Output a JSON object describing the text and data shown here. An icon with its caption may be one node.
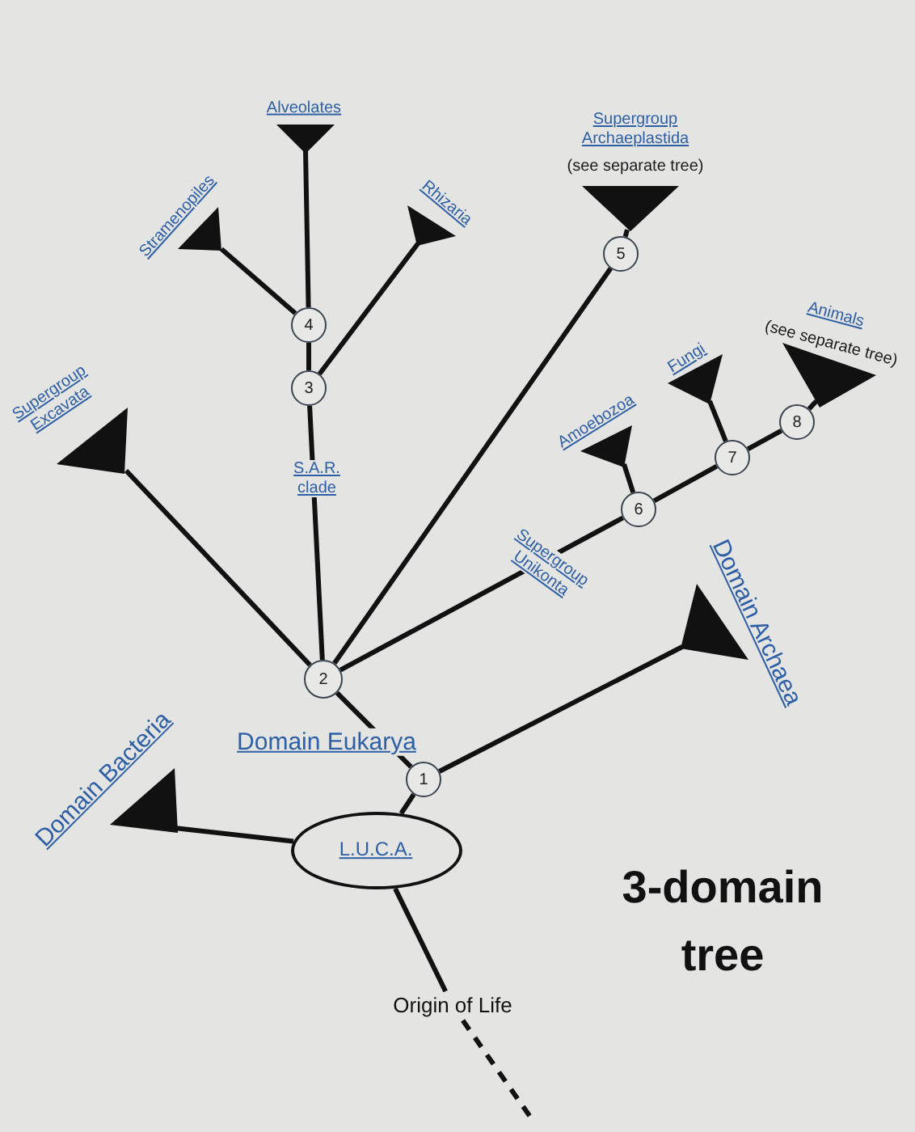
{
  "diagram": {
    "nodes": [
      {
        "text": [
          "Alveolates"
        ]
      },
      {
        "text": [
          "Supergroup Archaeplastida",
          "(see separate tree)"
        ]
      },
      {
        "text": [
          "Stramenopiles"
        ]
      },
      {
        "text": [
          "Rhizaria"
        ]
      },
      {
        "text": [
          "5"
        ]
      },
      {
        "text": [
          "4"
        ]
      },
      {
        "text": [
          "Animals",
          "(see separate tree)"
        ]
      },
      {
        "text": [
          "Fungi"
        ]
      },
      {
        "text": [
          "3"
        ]
      },
      {
        "text": [
          "Supergroup Excavata"
        ]
      },
      {
        "text": [
          "8"
        ]
      },
      {
        "text": [
          "Amoebozoa"
        ]
      },
      {
        "text": [
          "7"
        ]
      },
      {
        "text": [
          "6"
        ]
      },
      {
        "text": [
          "Domain Archaea"
        ]
      },
      {
        "text": [
          "2"
        ]
      },
      {
        "text": [
          "1"
        ]
      },
      {
        "text": [
          "Domain Bacteria"
        ]
      },
      {
        "text": [
          "L.U.C.A."
        ]
      },
      {
        "text": [
          "Origin of Life"
        ]
      }
    ],
    "edges": [
      {
        "from": 16,
        "to": 15,
        "arrow": "none",
        "label": "Domain Eukarya"
      },
      {
        "from": 18,
        "to": 16,
        "arrow": "none"
      },
      {
        "from": 16,
        "to": 14,
        "arrow": "none"
      },
      {
        "from": 18,
        "to": 17,
        "arrow": "none"
      },
      {
        "from": 18,
        "to": 19,
        "arrow": "none"
      },
      {
        "from": 19,
        "to": null,
        "arrow": "none",
        "style": "dashed"
      },
      {
        "from": 15,
        "to": 9,
        "arrow": "none"
      },
      {
        "from": 15,
        "to": 8,
        "arrow": "none",
        "label": "S.A.R. clade"
      },
      {
        "from": 15,
        "to": 4,
        "arrow": "none"
      },
      {
        "from": 15,
        "to": 13,
        "arrow": "none",
        "label": "Supergroup Unikonta"
      },
      {
        "from": 8,
        "to": 5,
        "arrow": "none"
      },
      {
        "from": 8,
        "to": 3,
        "arrow": "none"
      },
      {
        "from": 5,
        "to": 0,
        "arrow": "none"
      },
      {
        "from": 5,
        "to": 2,
        "arrow": "none"
      },
      {
        "from": 4,
        "to": 1,
        "arrow": "none"
      },
      {
        "from": 13,
        "to": 11,
        "arrow": "none"
      },
      {
        "from": 13,
        "to": 12,
        "arrow": "none"
      },
      {
        "from": 12,
        "to": 7,
        "arrow": "none"
      },
      {
        "from": 12,
        "to": 10,
        "arrow": "none"
      },
      {
        "from": 10,
        "to": 6,
        "arrow": "none"
      }
    ],
    "labels": [
      "3-domain tree"
    ]
  }
}
